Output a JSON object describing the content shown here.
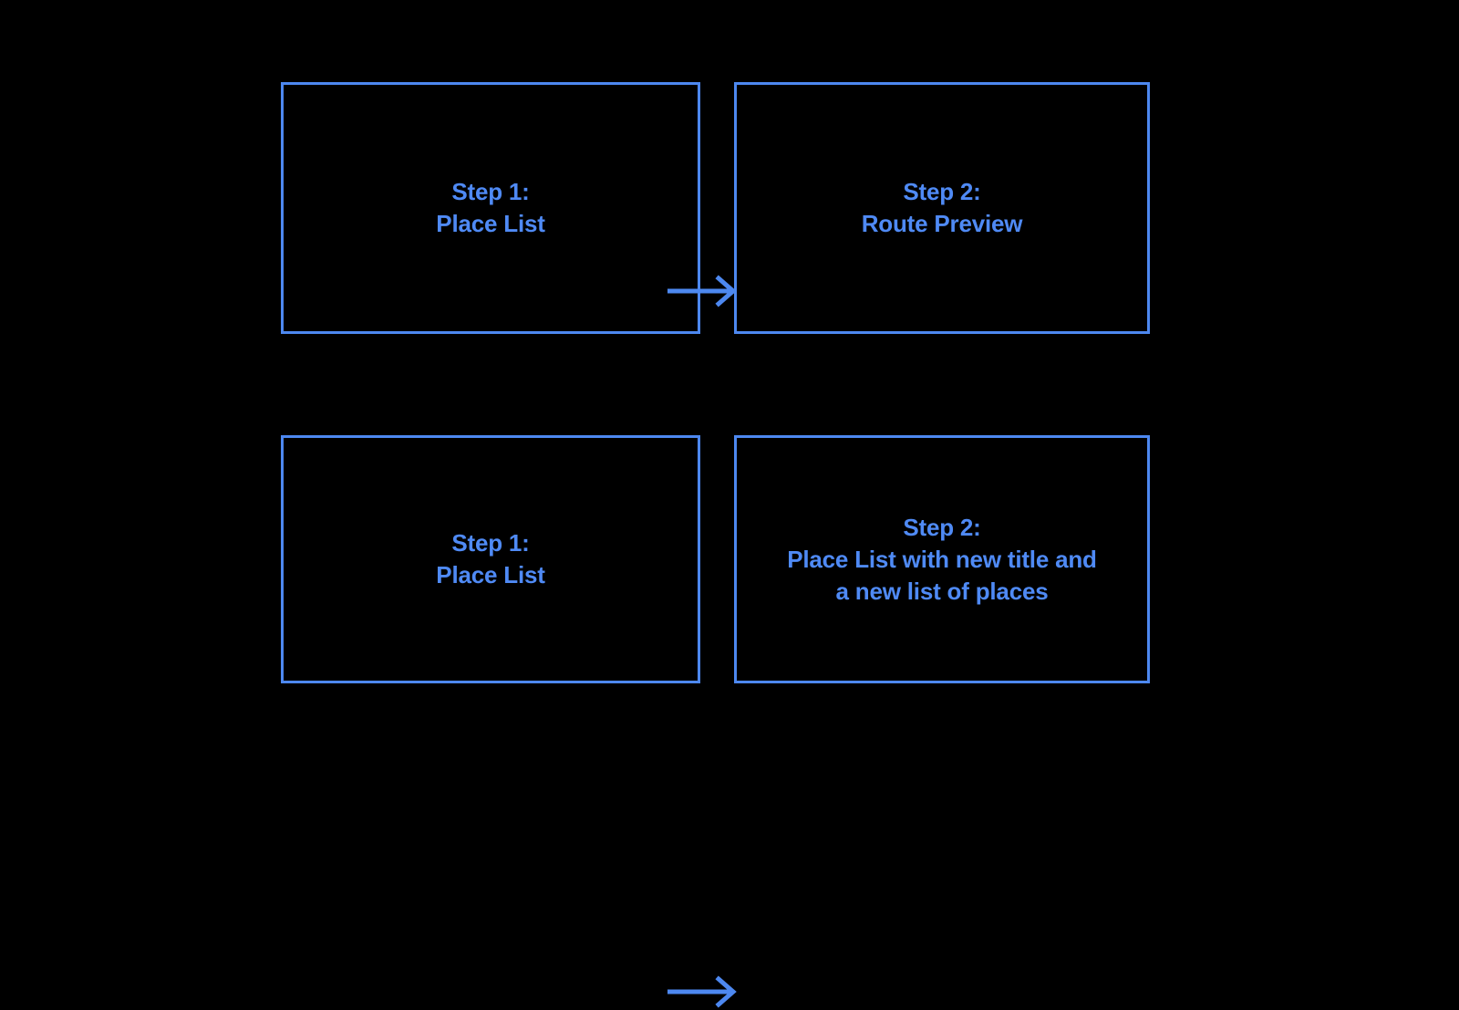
{
  "diagram": {
    "background_color": "#000000",
    "accent_color": "#4d88f0",
    "text_color": "#4f8af5",
    "rows": [
      {
        "id": "flow-route-preview",
        "from": {
          "title": "Step 1:",
          "subtitle": "Place List",
          "text": "Step 1:\nPlace List"
        },
        "connector": {
          "icon": "arrow-right-icon",
          "direction": "right"
        },
        "to": {
          "title": "Step 2:",
          "subtitle": "Route Preview",
          "text": "Step 2:\nRoute Preview"
        }
      },
      {
        "id": "flow-new-place-list",
        "from": {
          "title": "Step 1:",
          "subtitle": "Place List",
          "text": "Step 1:\nPlace List"
        },
        "connector": {
          "icon": "arrow-right-icon",
          "direction": "right"
        },
        "to": {
          "title": "Step 2:",
          "subtitle": "Place List with new title and a new list of places",
          "text": "Step 2:\nPlace List with new title and\na new list of places"
        }
      }
    ]
  }
}
